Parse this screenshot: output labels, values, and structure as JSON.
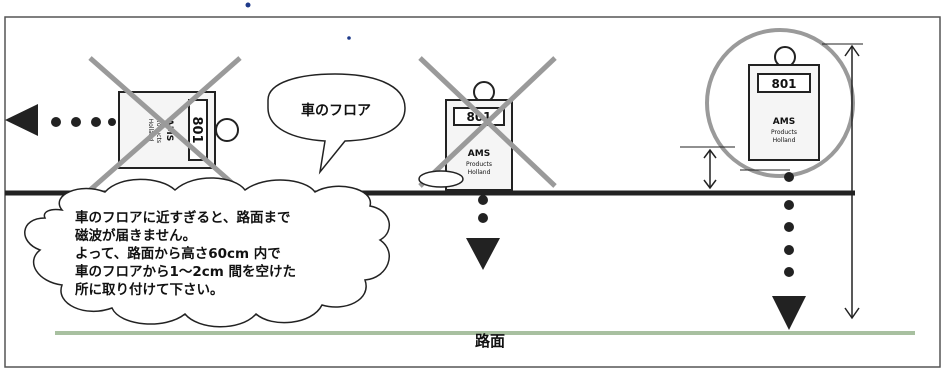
{
  "speech_bubble": {
    "text": "車のフロア"
  },
  "cloud_note": {
    "lines": [
      "車のフロアに近すぎると、路面まで",
      "磁波が届きません。",
      "よって、路面から高さ60cm 内で",
      "車のフロアから1～2cm 間を空けた",
      "所に取り付けて下さい。"
    ]
  },
  "road_label": "路面",
  "tags": [
    {
      "number": "801",
      "lines": [
        "AMS",
        "Products",
        "Holland"
      ],
      "status": "wrong",
      "orientation": "rotated"
    },
    {
      "number": "801",
      "lines": [
        "AMS",
        "Products",
        "Holland"
      ],
      "status": "wrong",
      "orientation": "upright"
    },
    {
      "number": "801",
      "lines": [
        "AMS",
        "Products",
        "Holland"
      ],
      "status": "correct",
      "orientation": "upright"
    }
  ],
  "colors": {
    "floor_line": "#222222",
    "road_line": "#a8c0a0",
    "cross": "#9a9a9a",
    "circle": "#9a9a9a",
    "ink": "#111111"
  }
}
